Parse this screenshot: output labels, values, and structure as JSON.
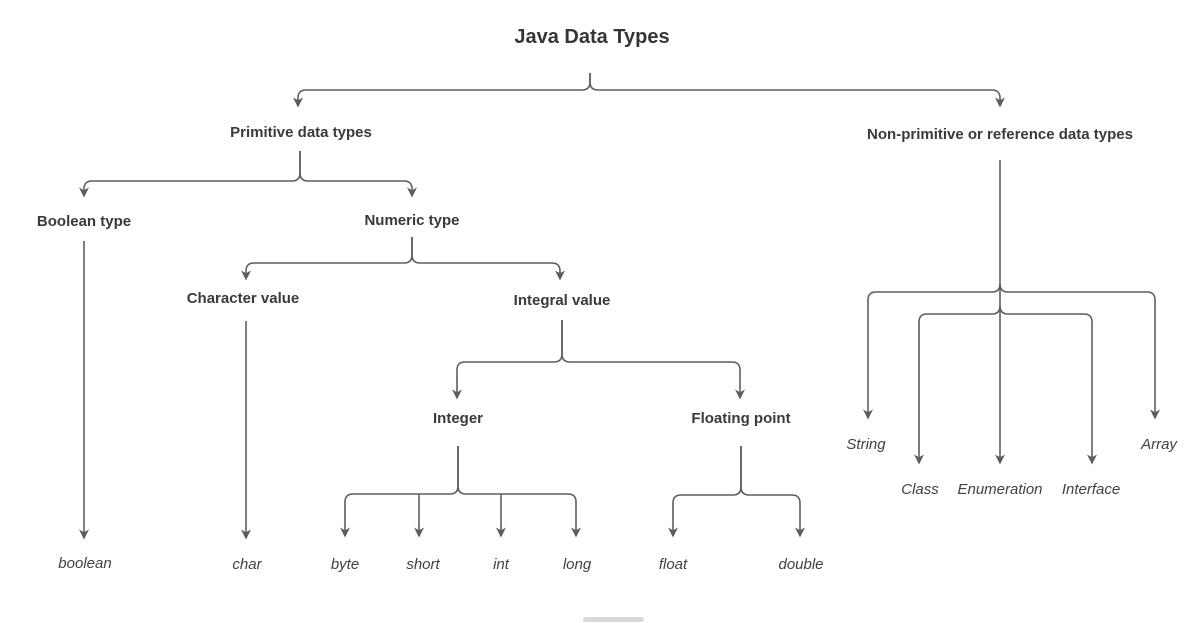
{
  "diagram": {
    "title": "Java Data Types",
    "nodes": {
      "primitive": "Primitive data types",
      "non_primitive": "Non-primitive or reference data types",
      "boolean_type": "Boolean type",
      "numeric_type": "Numeric type",
      "character_value": "Character value",
      "integral_value": "Integral value",
      "integer": "Integer",
      "floating_point": "Floating point"
    },
    "leaves": {
      "boolean": "boolean",
      "char": "char",
      "byte": "byte",
      "short": "short",
      "int": "int",
      "long": "long",
      "float": "float",
      "double": "double",
      "string": "String",
      "class": "Class",
      "enumeration": "Enumeration",
      "interface": "Interface",
      "array": "Array"
    },
    "hierarchy": {
      "Java Data Types": {
        "Primitive data types": {
          "Boolean type": [
            "boolean"
          ],
          "Numeric type": {
            "Character value": [
              "char"
            ],
            "Integral value": {
              "Integer": [
                "byte",
                "short",
                "int",
                "long"
              ],
              "Floating point": [
                "float",
                "double"
              ]
            }
          }
        },
        "Non-primitive or reference data types": [
          "String",
          "Class",
          "Enumeration",
          "Interface",
          "Array"
        ]
      }
    },
    "colors": {
      "line": "#5e5e5e",
      "text": "#3a3a3a",
      "background": "#ffffff",
      "scrollbar": "#d9d9d9"
    }
  }
}
